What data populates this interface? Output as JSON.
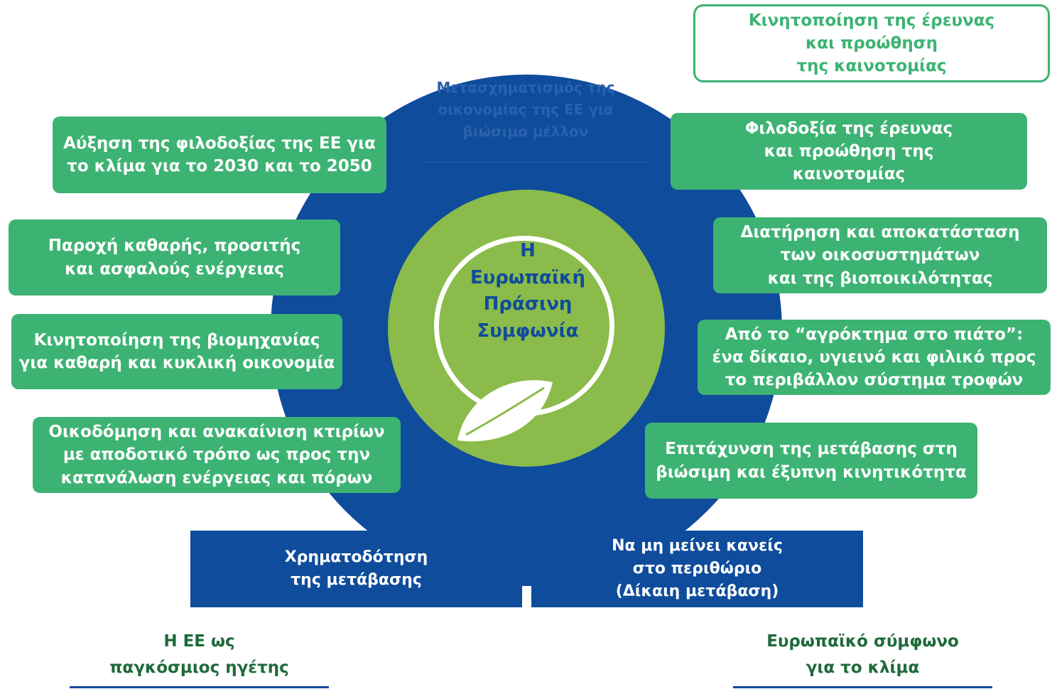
{
  "center": {
    "title": "Η\nΕυρωπαϊκή\nΠράσινη\nΣυμφωνία"
  },
  "faint_top_title": "Μετασχηματισμός της οικονομίας της ΕΕ για βιώσιμο μέλλον",
  "outlined_box": "Κινητοποίηση της έρευνας\nκαι προώθηση\nτης καινοτομίας",
  "left_boxes": [
    "Αύξηση της φιλοδοξίας της ΕΕ για\nτο κλίμα για το 2030 και το 2050",
    "Παροχή καθαρής, προσιτής\nκαι ασφαλούς ενέργειας",
    "Κινητοποίηση της βιομηχανίας\nγια καθαρή και κυκλική οικονομία",
    "Οικοδόμηση και ανακαίνιση κτιρίων\nμε αποδοτικό τρόπο ως προς την\nκατανάλωση ενέργειας και πόρων"
  ],
  "right_boxes": [
    "Φιλοδοξία της έρευνας\nκαι προώθηση της\nκαινοτομίας",
    "Διατήρηση και αποκατάσταση\nτων οικοσυστημάτων\nκαι της βιοποικιλότητας",
    "Από το “αγρόκτημα στο πιάτο”:\nένα δίκαιο, υγιεινό και φιλικό προς\nτο περιβάλλον σύστημα τροφών",
    "Επιτάχυνση της μετάβασης στη\nβιώσιμη και έξυπνη κινητικότητα"
  ],
  "base": {
    "left": "Χρηματοδότηση\nτης μετάβασης",
    "right": "Να μη μείνει κανείς\nστο περιθώριο\n(Δίκαιη μετάβαση)"
  },
  "bottom": {
    "left": "Η ΕΕ ως\nπαγκόσμιος ηγέτης",
    "right": "Ευρωπαϊκό σύμφωνο\nγια το κλίμα"
  },
  "colors": {
    "blue": "#0f4c9c",
    "green_box": "#3db373",
    "green_ring": "#8bbb4a",
    "dark_green_text": "#1e6a3a"
  }
}
